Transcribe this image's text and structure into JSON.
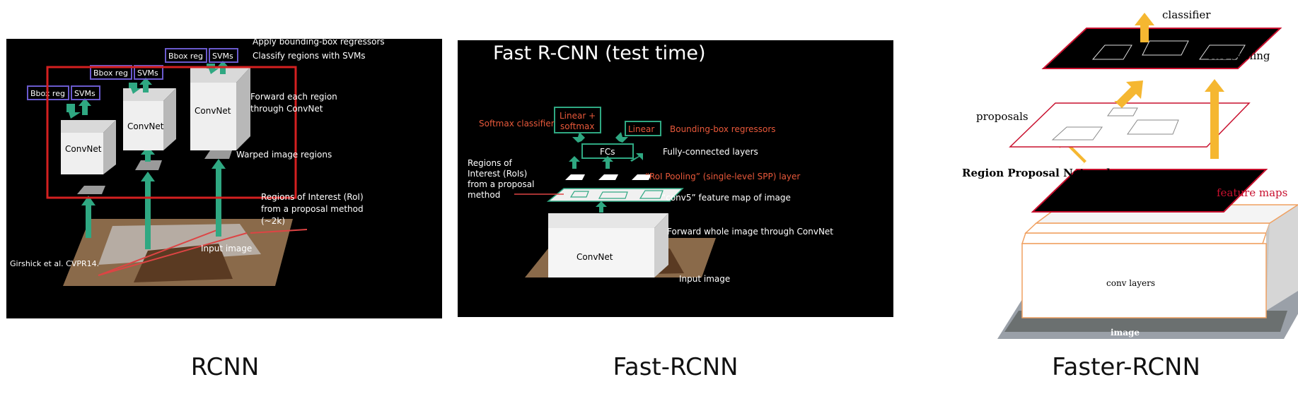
{
  "rcnn": {
    "title_line1": "Apply bounding-box regressors",
    "title_line2": "Classify regions with SVMs",
    "bbox_label": "Bbox reg",
    "svm_label": "SVMs",
    "convnet_label": "ConvNet",
    "forward_line1": "Forward each region",
    "forward_line2": "through ConvNet",
    "warped_label": "Warped image regions",
    "roi_line1": "Regions of Interest (RoI)",
    "roi_line2": "from a proposal method",
    "roi_line3": "(~2k)",
    "input_label": "Input image",
    "citation": "Girshick et al. CVPR14."
  },
  "fast": {
    "title": "Fast R-CNN (test time)",
    "softmax_classifier": "Softmax classifier",
    "linear_softmax_line1": "Linear +",
    "linear_softmax_line2": "softmax",
    "linear": "Linear",
    "bbox_regressors": "Bounding-box regressors",
    "fcs": "FCs",
    "fc_layers": "Fully-connected layers",
    "roi_pooling": "“RoI Pooling” (single-level SPP) layer",
    "roi_line1": "Regions of",
    "roi_line2": "Interest (RoIs)",
    "roi_line3": "from a proposal",
    "roi_line4": "method",
    "conv5": "“conv5” feature map of image",
    "forward": "Forward whole image through ConvNet",
    "convnet": "ConvNet",
    "input_image": "Input image"
  },
  "faster": {
    "classifier": "classifier",
    "roi_pooling": "RoI pooling",
    "proposals": "proposals",
    "rpn": "Region Proposal Network",
    "feature_maps": "feature maps",
    "conv_layers": "conv layers",
    "image": "image"
  },
  "captions": {
    "rcnn": "RCNN",
    "fast": "Fast-RCNN",
    "faster": "Faster-RCNN"
  },
  "colors": {
    "panel_bg": "#000000",
    "arrow_teal": "#2fa882",
    "box_purple": "#6a5acd",
    "red_frame": "#d42020",
    "orange_text": "#e8583a",
    "faster_arrow": "#f5b731",
    "faster_red": "#c8102e",
    "conv_orange": "#f0a060"
  }
}
